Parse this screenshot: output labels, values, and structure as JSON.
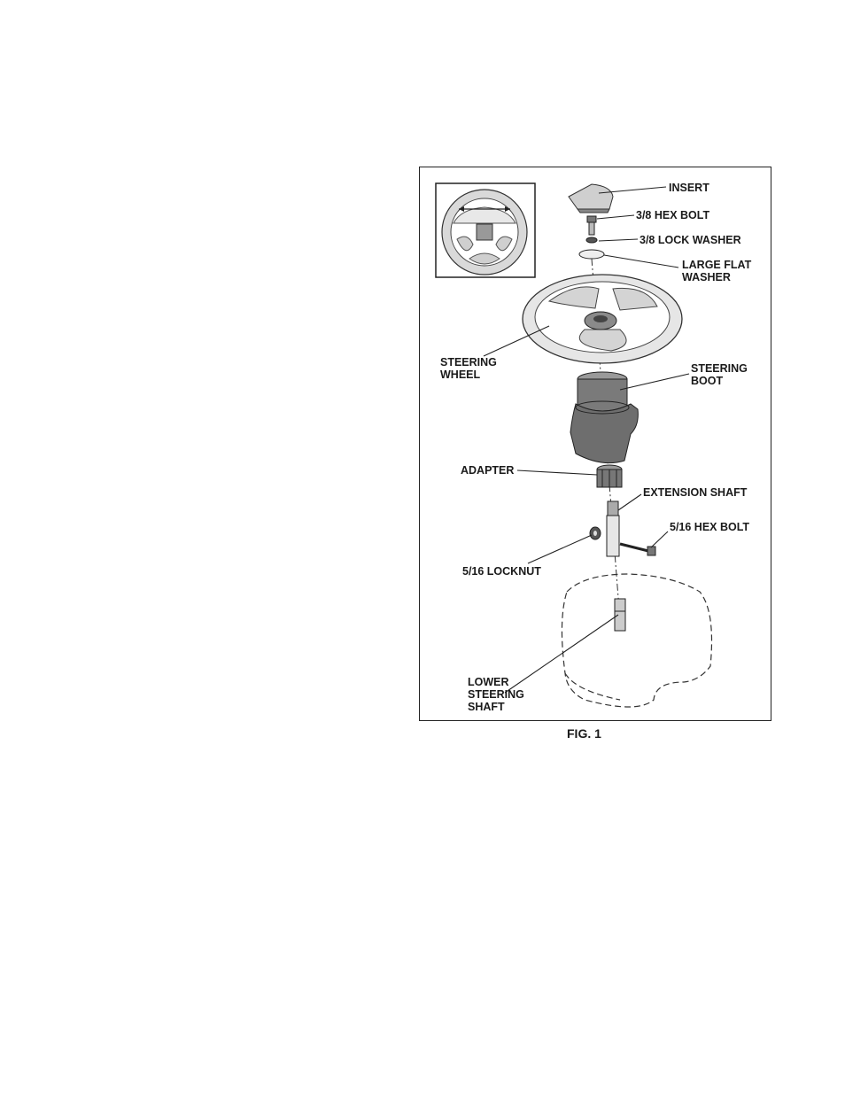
{
  "figure": {
    "caption": "FIG. 1",
    "labels": {
      "insert": "INSERT",
      "hex_bolt_38": "3/8 HEX BOLT",
      "lock_washer_38": "3/8 LOCK WASHER",
      "large_flat_washer_1": "LARGE FLAT",
      "large_flat_washer_2": "WASHER",
      "steering_wheel_1": "STEERING",
      "steering_wheel_2": "WHEEL",
      "steering_boot_1": "STEERING",
      "steering_boot_2": "BOOT",
      "adapter": "ADAPTER",
      "extension_shaft": "EXTENSION SHAFT",
      "hex_bolt_516": "5/16 HEX BOLT",
      "locknut_516": "5/16 LOCKNUT",
      "lower_shaft_1": "LOWER",
      "lower_shaft_2": "STEERING",
      "lower_shaft_3": "SHAFT"
    }
  }
}
